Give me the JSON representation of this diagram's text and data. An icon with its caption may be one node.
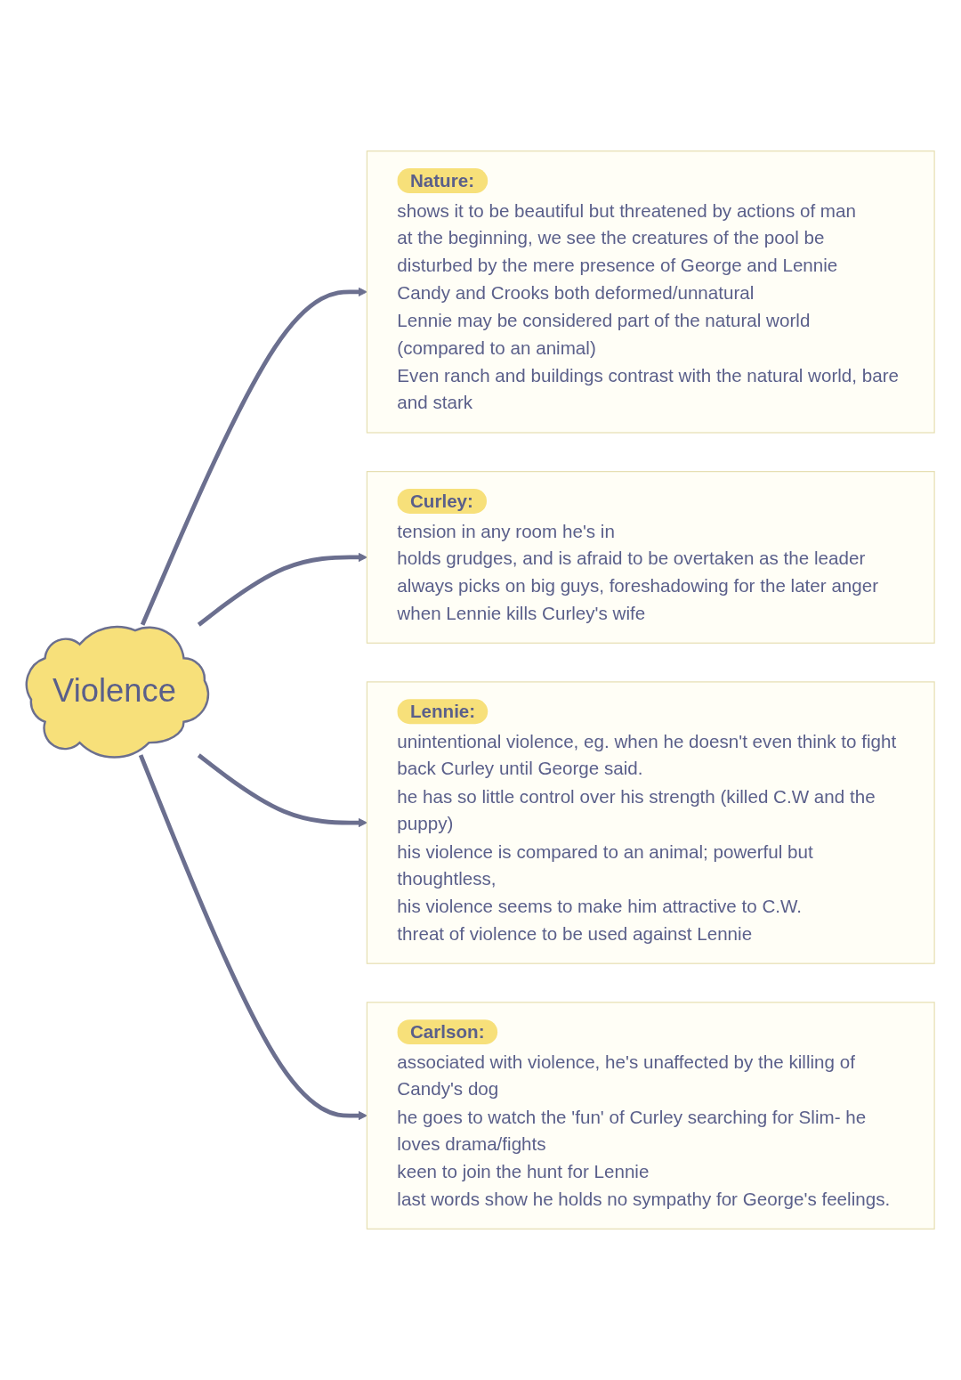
{
  "diagram": {
    "nodes": [
      {
        "text": [
          "Nature:",
          "shows it to be beautiful but threatened by actions of man",
          "at the beginning, we see the creatures of the pool be disturbed by the mere presence of George and Lennie",
          "Candy and Crooks both deformed/unnatural",
          "Lennie may be considered part of the natural world (compared to an animal)",
          "Even ranch and buildings contrast with the natural world, bare and stark"
        ]
      },
      {
        "text": [
          "Curley:",
          "tension in any room he's in",
          "holds grudges, and is afraid to be overtaken as the leader",
          "always picks on big guys, foreshadowing for the later anger when Lennie kills Curley's wife"
        ]
      },
      {
        "text": [
          "Violence"
        ]
      },
      {
        "text": [
          "Lennie:",
          "unintentional violence, eg. when he doesn't even think to fight back Curley until George said.",
          "he has so little control over his strength (killed C.W and the puppy)",
          "his violence is compared to an animal; powerful but thoughtless,",
          "his violence seems to make him attractive to C.W.",
          "threat of violence to be used against Lennie"
        ]
      },
      {
        "text": [
          "Carlson:",
          "associated with violence, he's unaffected by the killing of Candy's dog",
          "he goes to watch the 'fun' of Curley searching for Slim- he loves drama/fights",
          "keen to join the hunt for Lennie",
          "last words show he holds no sympathy for George's feelings."
        ]
      }
    ],
    "edges": [
      {
        "from": 2,
        "to": 0,
        "arrow": "to"
      },
      {
        "from": 2,
        "to": 1,
        "arrow": "to"
      },
      {
        "from": 2,
        "to": 3,
        "arrow": "to"
      },
      {
        "from": 2,
        "to": 4,
        "arrow": "to"
      }
    ]
  }
}
